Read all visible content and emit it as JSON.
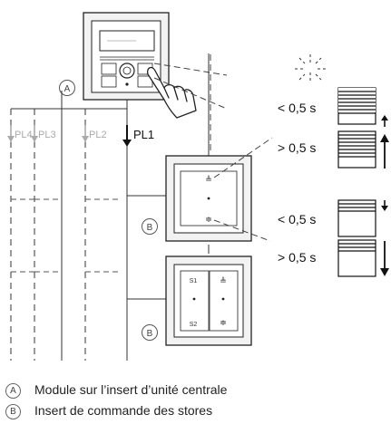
{
  "markers": {
    "a": "A",
    "b": "B"
  },
  "pl_labels": {
    "pl1": "PL1",
    "pl2": "PL2",
    "pl3": "PL3",
    "pl4": "PL4"
  },
  "switch_labels": {
    "s1": "S1",
    "s2": "S2"
  },
  "timings": {
    "short_1": "< 0,5 s",
    "long_1": "> 0,5 s",
    "short_2": "< 0,5 s",
    "long_2": "> 0,5 s"
  },
  "legend": [
    {
      "marker": "A",
      "text": "Module sur l’insert d’unité centrale"
    },
    {
      "marker": "B",
      "text": "Insert de commande des stores"
    }
  ]
}
